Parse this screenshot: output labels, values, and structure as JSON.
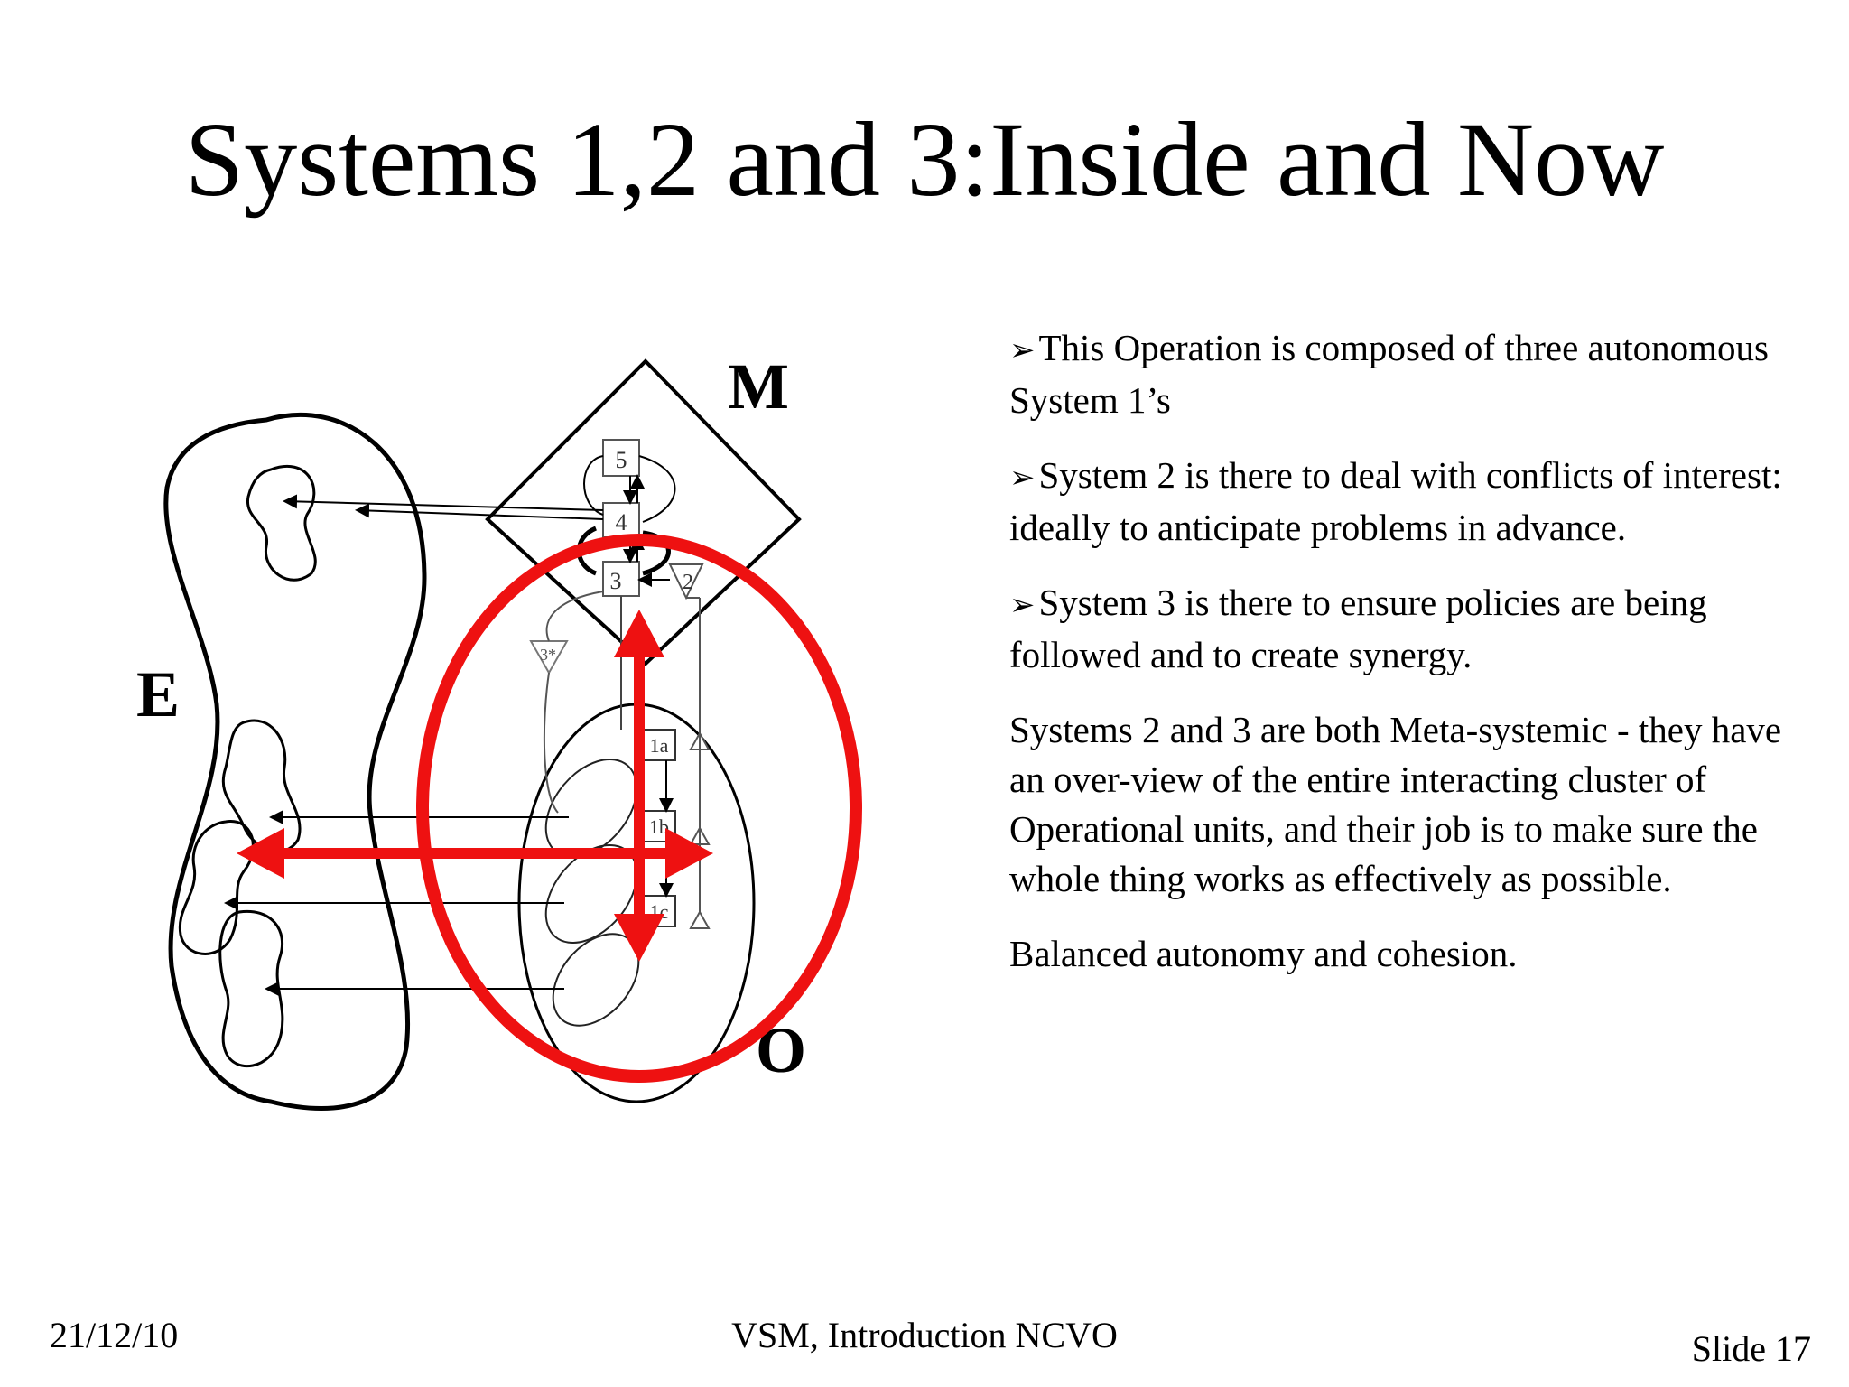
{
  "slide": {
    "title": "Systems 1,2 and 3:Inside and Now",
    "diagram": {
      "label_m": "M",
      "label_e": "E",
      "label_o": "O",
      "system_labels": {
        "s5": "5",
        "s4": "4",
        "s3": "3",
        "s2": "2",
        "s3star": "3*",
        "s1a": "1a",
        "s1b": "1b",
        "s1c": "1c"
      },
      "overlay_color": "#ee1111"
    },
    "bullets": [
      {
        "marker": "➢",
        "text": "This Operation is composed of three autonomous System 1’s"
      },
      {
        "marker": "➢",
        "text": "System 2 is there to deal with conflicts of interest: ideally to anticipate problems in advance."
      },
      {
        "marker": "➢",
        "text": "System 3 is there to ensure policies are being followed and to create synergy."
      }
    ],
    "paragraphs": [
      "Systems 2 and 3 are both Meta-systemic - they have an over-view of the entire interacting cluster of Operational units, and their job is to make sure the whole thing works as effectively as possible.",
      "Balanced autonomy and cohesion."
    ],
    "footer": {
      "date": "21/12/10",
      "center": "VSM, Introduction NCVO",
      "slide_number": "Slide 17"
    }
  }
}
